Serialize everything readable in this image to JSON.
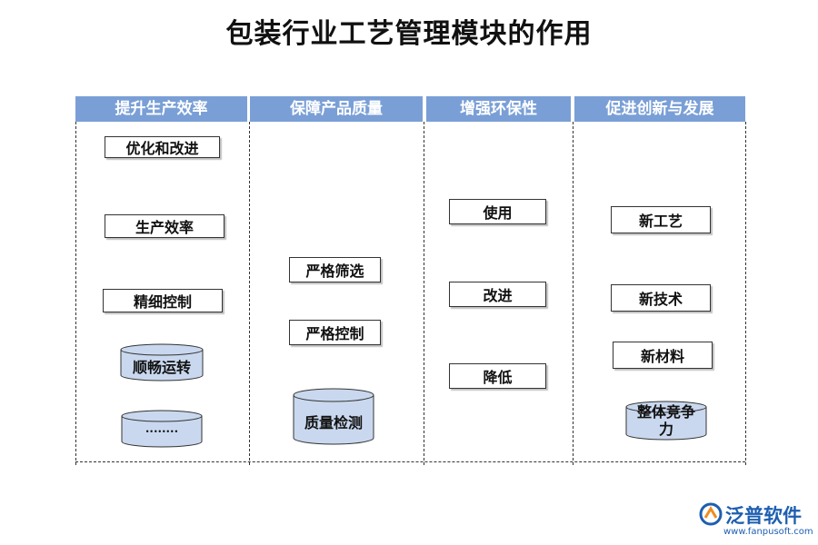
{
  "title": "包装行业工艺管理模块的作用",
  "columns": [
    {
      "header": "提升生产效率",
      "items": [
        "优化和改进",
        "生产效率",
        "精细控制",
        "顺畅运转",
        "........"
      ]
    },
    {
      "header": "保障产品质量",
      "items": [
        "严格筛选",
        "严格控制",
        "质量检测"
      ]
    },
    {
      "header": "增强环保性",
      "items": [
        "使用",
        "改进",
        "降低"
      ]
    },
    {
      "header": "促进创新与发展",
      "items": [
        "新工艺",
        "新技术",
        "新材料",
        "整体竞争力"
      ]
    }
  ],
  "colors": {
    "header": "#7a9fd6",
    "cylinder": "#c9d8ee",
    "logo": "#1e5fb0"
  },
  "logo": {
    "name": "泛普软件",
    "url": "www.fanpusoft.com"
  }
}
